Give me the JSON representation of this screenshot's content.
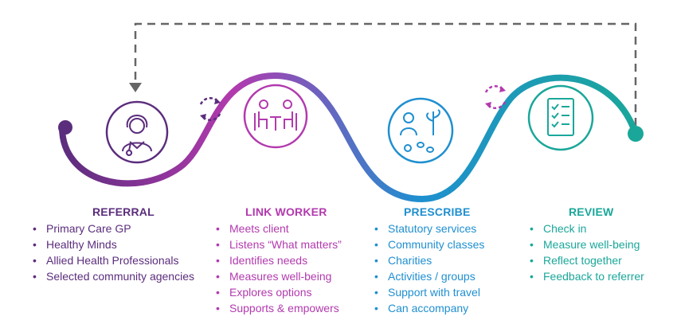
{
  "colors": {
    "referral": "#5b2d7d",
    "link_worker": "#b23aae",
    "prescribe": "#1f8fd0",
    "review": "#1aa79a",
    "dashed_return": "#666666"
  },
  "stages": {
    "referral": {
      "title": "REFERRAL",
      "icon": "doctor-icon",
      "items": [
        "Primary Care GP",
        "Healthy Minds",
        "Allied Health Professionals",
        "Selected community agencies"
      ]
    },
    "link_worker": {
      "title": "LINK WORKER",
      "icon": "meeting-table-icon",
      "items": [
        "Meets client",
        "Listens “What matters”",
        "Identifies needs",
        "Measures well-being",
        "Explores options",
        "Supports & empowers"
      ]
    },
    "prescribe": {
      "title": "PRESCRIBE",
      "icon": "activities-icon",
      "items": [
        "Statutory services",
        "Community classes",
        "Charities",
        "Activities / groups",
        "Support with travel",
        "Can accompany"
      ]
    },
    "review": {
      "title": "REVIEW",
      "icon": "checklist-icon",
      "items": [
        "Check in",
        "Measure well-being",
        "Reflect together",
        "Feedback to referrer"
      ]
    }
  },
  "connectors": [
    "cycle-arrows-icon",
    "cycle-arrows-icon"
  ]
}
